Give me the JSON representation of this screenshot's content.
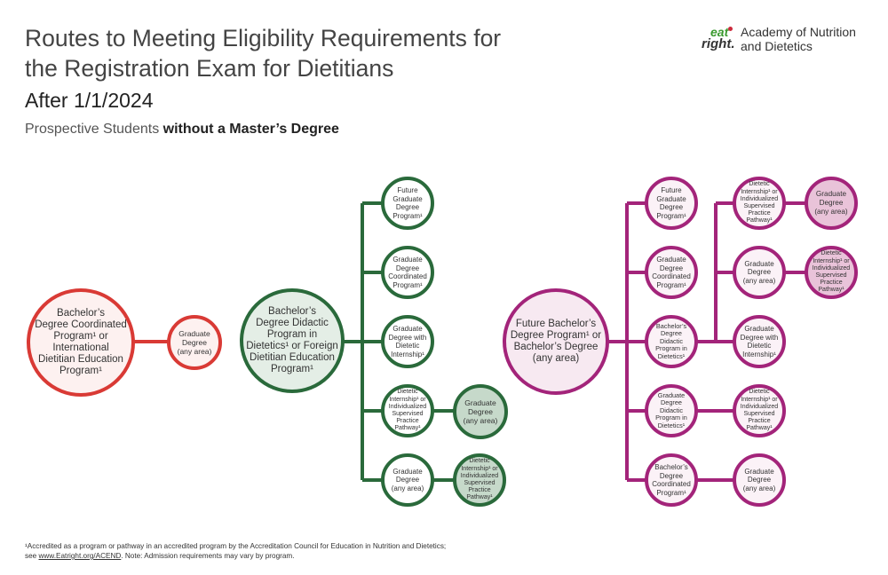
{
  "header": {
    "title_line1": "Routes to Meeting Eligibility Requirements for",
    "title_line2": "the Registration Exam for Dietitians",
    "subtitle": "After 1/1/2024",
    "audience_prefix": "Prospective Students ",
    "audience_bold": "without a Master’s Degree"
  },
  "logo": {
    "mark_top": "eat",
    "mark_bottom": "right.",
    "name_line1": "Academy of Nutrition",
    "name_line2": "and Dietetics"
  },
  "colors": {
    "red": "#d93a35",
    "green": "#2a6a3b",
    "magenta": "#a3247a"
  },
  "nodes": {
    "red_bachelor": [
      "Bachelor’s",
      "Degree Coordinated",
      "Program¹ or",
      "International",
      "Dietitian Education",
      "Program¹"
    ],
    "red_graduate": [
      "Graduate",
      "Degree",
      "(any area)"
    ],
    "green_bachelor": [
      "Bachelor’s",
      "Degree Didactic",
      "Program in",
      "Dietetics¹ or Foreign",
      "Dietitian Education",
      "Program¹"
    ],
    "green_future_grad": [
      "Future",
      "Graduate",
      "Degree",
      "Program¹"
    ],
    "green_grad_coord": [
      "Graduate",
      "Degree",
      "Coordinated",
      "Program¹"
    ],
    "green_grad_internship": [
      "Graduate",
      "Degree with",
      "Dietetic",
      "Internship¹"
    ],
    "green_internship": [
      "Dietetic",
      "Internship¹ or",
      "Individualized",
      "Supervised",
      "Practice",
      "Pathway¹"
    ],
    "green_internship_grad": [
      "Graduate",
      "Degree",
      "(any area)"
    ],
    "green_grad_any": [
      "Graduate",
      "Degree",
      "(any area)"
    ],
    "green_grad_any_internship": [
      "Dietetic",
      "Internship¹ or",
      "Individualized",
      "Supervised",
      "Practice",
      "Pathway¹"
    ],
    "mag_future_bachelor": [
      "Future Bachelor’s",
      "Degree Program¹ or",
      "Bachelor’s Degree",
      "(any area)"
    ],
    "mag_future_grad": [
      "Future",
      "Graduate",
      "Degree",
      "Program¹"
    ],
    "mag_grad_coord": [
      "Graduate",
      "Degree",
      "Coordinated",
      "Program¹"
    ],
    "mag_bachelor_didactic": [
      "Bachelor’s",
      "Degree",
      "Didactic",
      "Program in",
      "Dietetics¹"
    ],
    "mag_grad_didactic": [
      "Graduate",
      "Degree",
      "Didactic",
      "Program in",
      "Dietetics¹"
    ],
    "mag_bachelor_coord": [
      "Bachelor’s",
      "Degree",
      "Coordinated",
      "Program¹"
    ],
    "mag_internship_a": [
      "Dietetic",
      "Internship¹ or",
      "Individualized",
      "Supervised",
      "Practice",
      "Pathway¹"
    ],
    "mag_internship_a_grad": [
      "Graduate",
      "Degree",
      "(any area)"
    ],
    "mag_grad_any": [
      "Graduate",
      "Degree",
      "(any area)"
    ],
    "mag_grad_any_internship": [
      "Dietetic",
      "Internship¹ or",
      "Individualized",
      "Supervised",
      "Practice",
      "Pathway¹"
    ],
    "mag_grad_internship": [
      "Graduate",
      "Degree with",
      "Dietetic",
      "Internship¹"
    ],
    "mag_internship_b": [
      "Dietetic",
      "Internship¹ or",
      "Individualized",
      "Supervised",
      "Practice",
      "Pathway¹"
    ],
    "mag_grad_any_b": [
      "Graduate",
      "Degree",
      "(any area)"
    ]
  },
  "footnote": {
    "line1": "¹Accredited as a program or pathway in an accredited program by the Accreditation Council for Education in Nutrition and Dietetics;",
    "line2_prefix": "see ",
    "line2_link": "www.Eatright.org/ACEND",
    "line2_suffix": ". Note: Admission requirements may vary by program."
  }
}
